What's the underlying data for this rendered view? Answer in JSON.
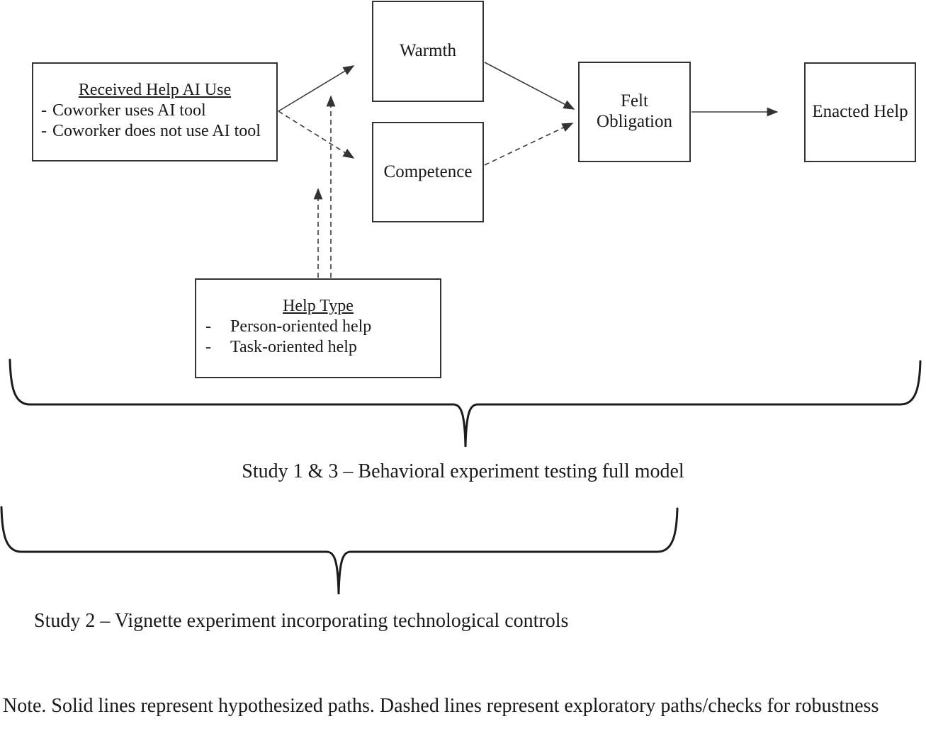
{
  "figure": {
    "boxes": {
      "received_help": {
        "title": "Received Help AI Use",
        "items": [
          {
            "dash": "-",
            "text": "Coworker uses AI tool"
          },
          {
            "dash": "-",
            "text": "Coworker does not use AI tool"
          }
        ]
      },
      "warmth": {
        "label": "Warmth"
      },
      "competence": {
        "label": "Competence"
      },
      "felt_obligation": {
        "label": "Felt Obligation"
      },
      "enacted_help": {
        "label": "Enacted Help"
      },
      "help_type": {
        "title": "Help Type",
        "items": [
          {
            "dash": "-",
            "text": "Person-oriented help"
          },
          {
            "dash": "-",
            "text": "Task-oriented help"
          }
        ]
      }
    },
    "captions": {
      "study_1_3": "Study 1 & 3 – Behavioral experiment testing full model",
      "study_2": "Study 2 – Vignette experiment incorporating technological controls"
    },
    "note": "Note. Solid lines represent hypothesized paths. Dashed lines represent exploratory paths/checks for robustness",
    "colors": {
      "line": "#3a3a3a",
      "brace": "#1c1c1c",
      "box_border": "#333333",
      "text": "#1a1a1a",
      "background": "#ffffff"
    }
  }
}
